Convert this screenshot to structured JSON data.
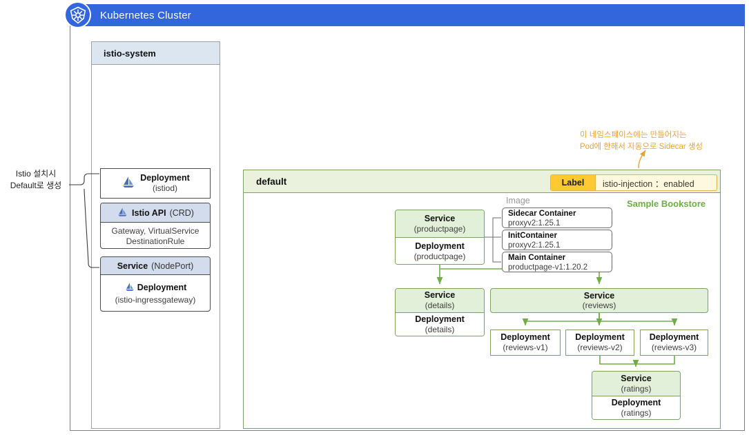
{
  "cluster": {
    "title": "Kubernetes Cluster",
    "logo_icon": "kubernetes-helm-icon",
    "header_color": "#3366dd"
  },
  "left_annotation": {
    "line1": "Istio 설치시",
    "line2": "Default로 생성"
  },
  "istio_namespace": {
    "title": "istio-system",
    "header_color": "#dce6f1",
    "cards": [
      {
        "icon": "istio-sailboat-icon",
        "title": "Deployment",
        "subtitle": "(istiod)"
      },
      {
        "icon": "istio-sailboat-icon",
        "title": "Istio API",
        "title_suffix": "(CRD)",
        "body_line1": "Gateway, VirtualService",
        "body_line2": "DestinationRule"
      },
      {
        "title": "Service",
        "title_suffix": "(NodePort)",
        "icon": "istio-sailboat-icon",
        "body_line1": "Deployment",
        "body_line2": "(istio-ingressgateway)"
      }
    ]
  },
  "default_namespace": {
    "title": "default",
    "border_color": "#7aa262",
    "header_color": "#eaf1dd",
    "label": {
      "key": "Label",
      "value": "istio-injection ：enabled",
      "key_color": "#ffc933",
      "value_color": "#fff8e0"
    },
    "injection_note": {
      "line1": "이 네임스페이스에는 만들어지는",
      "line2": "Pod에 한해서 자동으로 Sidecar 생성",
      "color": "#e8a33d"
    },
    "sample_title": "Sample Bookstore",
    "sample_color": "#70ad47",
    "image_label": "Image",
    "containers": [
      {
        "name": "Sidecar Container",
        "image": "proxyv2:1.25.1"
      },
      {
        "name": "InitContainer",
        "image": "proxyv2:1.25.1"
      },
      {
        "name": "Main Container",
        "image": "productpage-v1:1.20.2"
      }
    ],
    "services": [
      {
        "service_title": "Service",
        "service_name": "(productpage)",
        "deployment_title": "Deployment",
        "deployment_name": "(productpage)"
      },
      {
        "service_title": "Service",
        "service_name": "(details)",
        "deployment_title": "Deployment",
        "deployment_name": "(details)"
      },
      {
        "service_title": "Service",
        "service_name": "(reviews)"
      },
      {
        "service_title": "Service",
        "service_name": "(ratings)",
        "deployment_title": "Deployment",
        "deployment_name": "(ratings)"
      }
    ],
    "review_deployments": [
      {
        "title": "Deployment",
        "name": "(reviews-v1)"
      },
      {
        "title": "Deployment",
        "name": "(reviews-v2)"
      },
      {
        "title": "Deployment",
        "name": "(reviews-v3)"
      }
    ]
  }
}
